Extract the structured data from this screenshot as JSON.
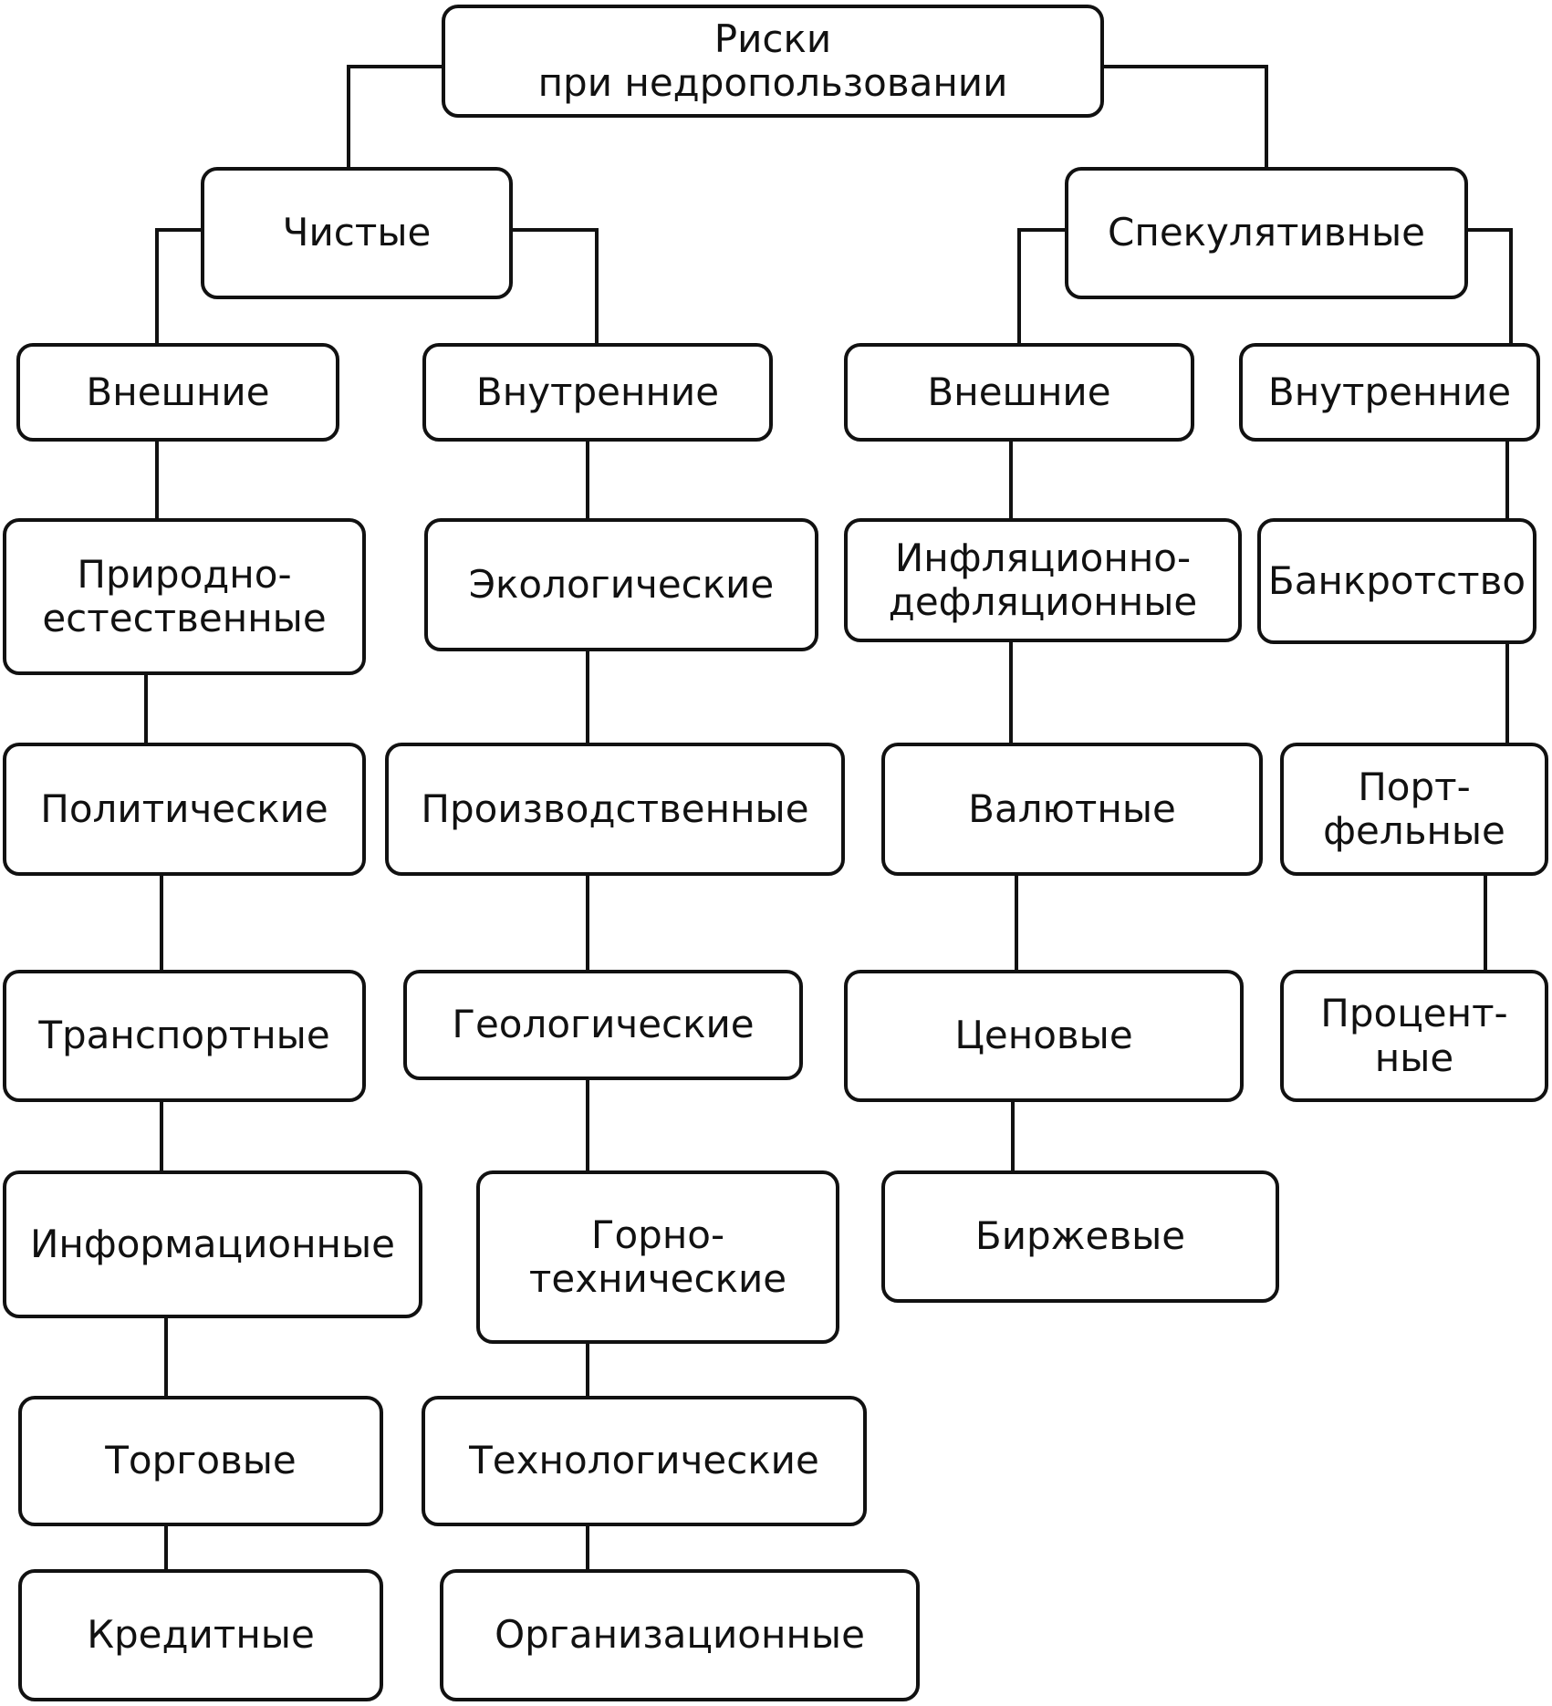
{
  "diagram": {
    "root": "Риски\nпри недропользовании",
    "pure": {
      "title": "Чистые",
      "external": {
        "title": "Внешние",
        "items": [
          "Природно-\nестественные",
          "Политические",
          "Транспортные",
          "Информационные",
          "Торговые",
          "Кредитные"
        ]
      },
      "internal": {
        "title": "Внутренние",
        "items": [
          "Экологические",
          "Производственные",
          "Геологические",
          "Горно-\nтехнические",
          "Технологические",
          "Организационные"
        ]
      }
    },
    "speculative": {
      "title": "Спекулятивные",
      "external": {
        "title": "Внешние",
        "items": [
          "Инфляционно-\nдефляционные",
          "Валютные",
          "Ценовые",
          "Биржевые"
        ]
      },
      "internal": {
        "title": "Внутренние",
        "items": [
          "Банкротство",
          "Порт-\nфельные",
          "Процент-\nные"
        ]
      }
    }
  }
}
